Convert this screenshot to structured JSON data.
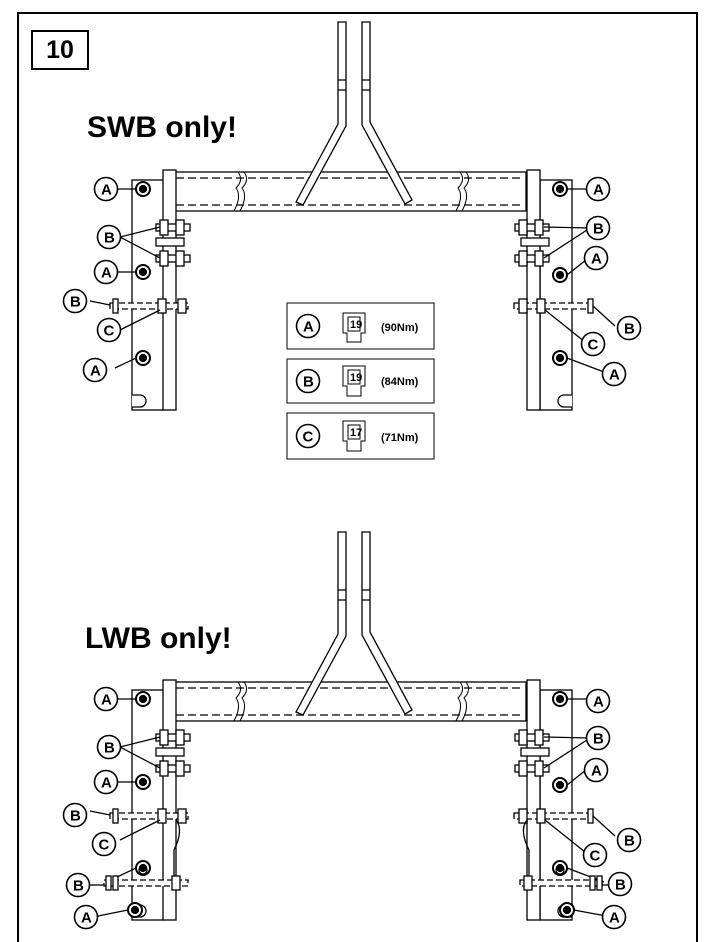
{
  "step_number": "10",
  "sections": [
    {
      "heading": "SWB only!"
    },
    {
      "heading": "LWB only!"
    }
  ],
  "legend": [
    {
      "letter": "A",
      "socket_size": "19",
      "torque": "(90Nm)"
    },
    {
      "letter": "B",
      "socket_size": "19",
      "torque": "(84Nm)"
    },
    {
      "letter": "C",
      "socket_size": "17",
      "torque": "(71Nm)"
    }
  ]
}
